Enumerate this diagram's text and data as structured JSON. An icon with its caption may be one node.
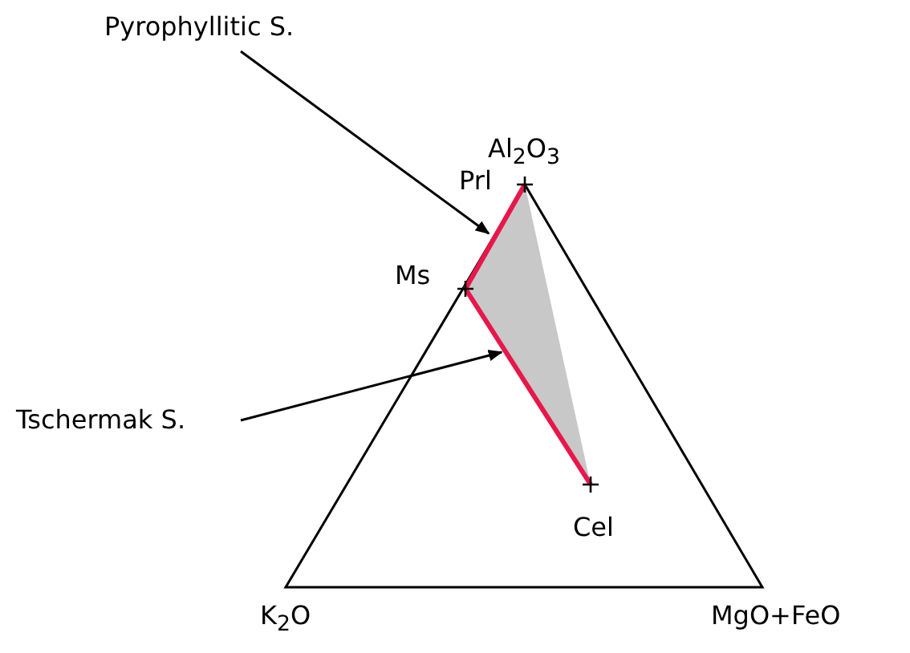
{
  "diagram": {
    "nodes": [
      {
        "text": [
          "Pyrophyllitic S."
        ]
      },
      {
        "text": [
          "Tschermak S."
        ]
      },
      {
        "text": [],
        "shape": "line"
      },
      {
        "text": [],
        "shape": "line"
      }
    ],
    "edges": [
      {
        "from": 0,
        "to": 2,
        "arrow": "to"
      },
      {
        "from": 1,
        "to": 3,
        "arrow": "to"
      }
    ],
    "labels": [
      "Al$_{2}$O$_{3}$",
      "Prl",
      "Ms",
      "Cel",
      "K$_{2}$O",
      "MgO+FeO"
    ]
  }
}
